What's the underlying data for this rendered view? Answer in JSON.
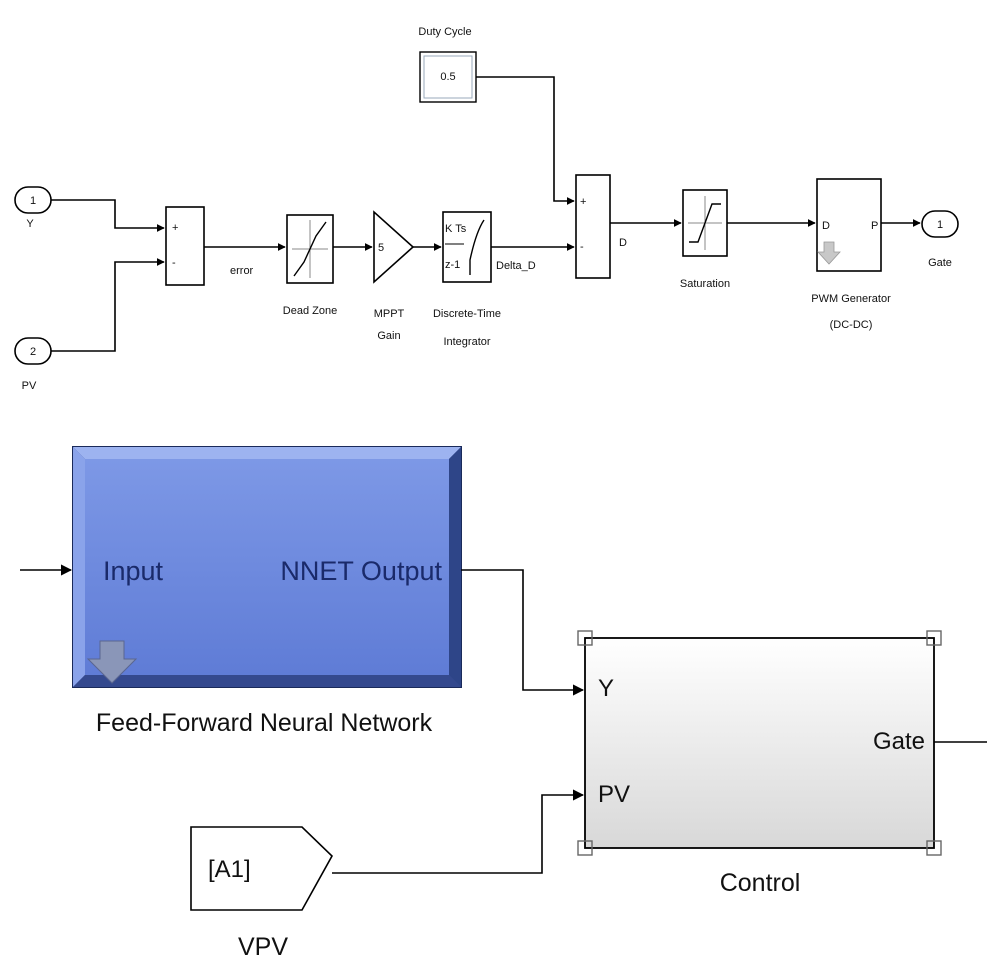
{
  "top_diagram": {
    "duty_cycle": {
      "title": "Duty Cycle",
      "value": "0.5"
    },
    "inport_y": {
      "number": "1",
      "name": "Y"
    },
    "inport_pv": {
      "number": "2",
      "name": "PV"
    },
    "sum1": {
      "plus": "+",
      "minus": "-"
    },
    "signal_error": "error",
    "dead_zone": {
      "name": "Dead Zone"
    },
    "gain": {
      "value": "5",
      "name_line1": "MPPT",
      "name_line2": "Gain"
    },
    "integrator": {
      "num": "K Ts",
      "den": "z-1",
      "name_line1": "Discrete-Time",
      "name_line2": "Integrator"
    },
    "signal_delta": "Delta_D",
    "sum2": {
      "plus": "+",
      "minus": "-"
    },
    "signal_d": "D",
    "saturation": {
      "name": "Saturation"
    },
    "pwm": {
      "port_in": "D",
      "port_out": "P",
      "name_line1": "PWM Generator",
      "name_line2": "(DC-DC)"
    },
    "outport_gate": {
      "number": "1",
      "name": "Gate"
    }
  },
  "bottom_diagram": {
    "nnet": {
      "input_label": "Input",
      "output_label": "NNET Output",
      "name": "Feed-Forward Neural Network",
      "color": "#6b88de"
    },
    "control": {
      "port_y": "Y",
      "port_pv": "PV",
      "port_gate": "Gate",
      "name": "Control"
    },
    "goto_tag": {
      "tag": "[A1]",
      "name": "VPV"
    }
  }
}
